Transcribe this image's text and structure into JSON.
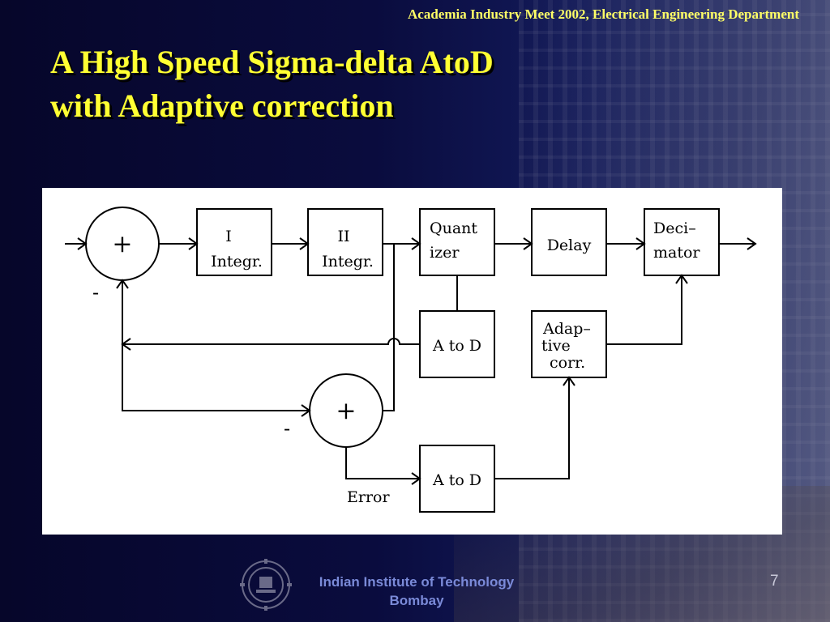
{
  "header": "Academia Industry Meet 2002, Electrical Engineering Department",
  "title": {
    "line1": "A High Speed Sigma-delta AtoD",
    "line2": "with Adaptive correction"
  },
  "diagram": {
    "plus": "+",
    "minus": "-",
    "integ1": {
      "line1": "I",
      "line2": "Integr."
    },
    "integ2": {
      "line1": "II",
      "line2": "Integr."
    },
    "quantizer": {
      "line1": "Quant",
      "line2": "izer"
    },
    "delay": "Delay",
    "decimator": {
      "line1": "Deci–",
      "line2": "mator"
    },
    "atod": "A to D",
    "adaptive": {
      "line1": "Adap–",
      "line2": "tive",
      "line3": "corr."
    },
    "error": "Error"
  },
  "footer": {
    "line1": "Indian Institute of Technology",
    "line2": "Bombay",
    "page": "7"
  },
  "colors": {
    "title": "#ffff33",
    "header": "#ffff66",
    "footer_text": "#7a8ad8"
  }
}
